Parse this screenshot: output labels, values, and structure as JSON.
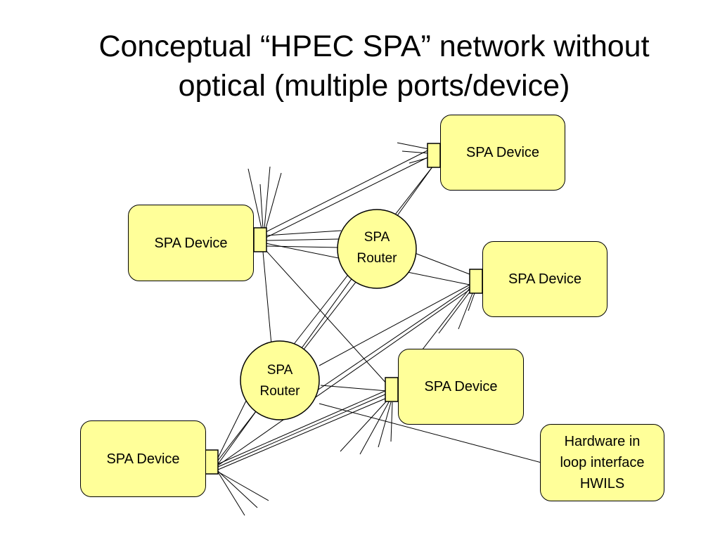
{
  "title": {
    "line1": "Conceptual “HPEC SPA” network without",
    "line2": "optical (multiple ports/device)"
  },
  "devices": {
    "top_right": "SPA Device",
    "left": "SPA Device",
    "right": "SPA Device",
    "center_right": "SPA Device",
    "bottom_left": "SPA Device"
  },
  "routers": {
    "upper_line1": "SPA",
    "upper_line2": "Router",
    "lower_line1": "SPA",
    "lower_line2": "Router"
  },
  "hwil": {
    "line1": "Hardware in",
    "line2": "loop interface",
    "line3": "HWILS"
  },
  "colors": {
    "node_fill": "#ffff99",
    "stroke": "#000000"
  }
}
